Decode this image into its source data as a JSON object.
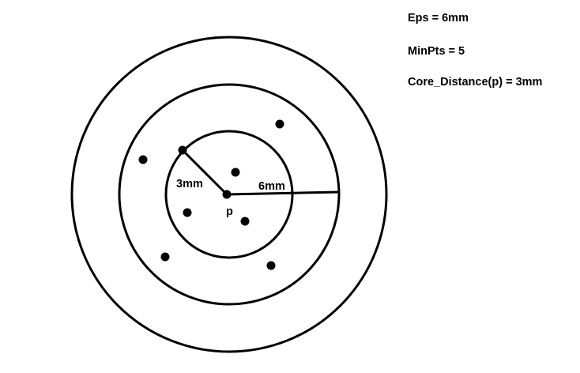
{
  "parameters": {
    "eps": "Eps = 6mm",
    "min_pts": "MinPts = 5",
    "core_distance": "Core_Distance(p) = 3mm"
  },
  "diagram": {
    "center_point_label": "p",
    "core_radius_label": "3mm",
    "eps_radius_label": "6mm",
    "colors": {
      "stroke": "#000000",
      "background": "#ffffff"
    }
  }
}
